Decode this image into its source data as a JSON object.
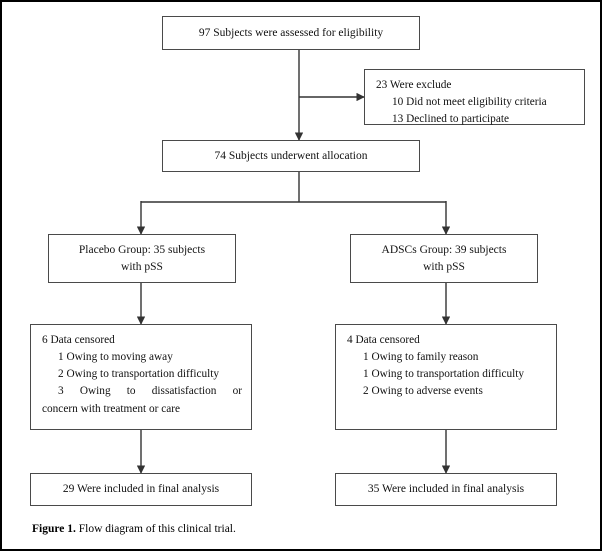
{
  "figure": {
    "caption_label": "Figure 1.",
    "caption_text": "Flow diagram of this clinical trial.",
    "border_color": "#000000",
    "box_border_color": "#4a4a4a",
    "connector_color": "#333333",
    "background": "#ffffff"
  },
  "nodes": {
    "assessed": {
      "text": "97 Subjects were assessed for eligibility"
    },
    "excluded": {
      "head": "23 Were exclude",
      "items": [
        "10 Did not meet eligibility criteria",
        "13 Declined to participate"
      ]
    },
    "allocation": {
      "text": "74 Subjects underwent allocation"
    },
    "placebo_group": {
      "line1": "Placebo Group: 35 subjects",
      "line2": "with pSS"
    },
    "adscs_group": {
      "line1": "ADSCs Group: 39 subjects",
      "line2": "with pSS"
    },
    "placebo_censored": {
      "head": "6 Data censored",
      "items": [
        "1 Owing to moving away",
        "2 Owing to transportation difficulty",
        "3 Owing to dissatisfaction or",
        "concern with treatment or care"
      ]
    },
    "adscs_censored": {
      "head": "4 Data censored",
      "items": [
        "1 Owing to family reason",
        "1 Owing to transportation difficulty",
        "2 Owing to adverse events"
      ]
    },
    "placebo_final": {
      "text": "29 Were included in final analysis"
    },
    "adscs_final": {
      "text": "35 Were included in final analysis"
    }
  },
  "chart_data": {
    "type": "diagram",
    "title": "Flow diagram of this clinical trial.",
    "diagram_kind": "CONSORT participant flow",
    "nodes": [
      {
        "id": "assessed",
        "label": "97 Subjects were assessed for eligibility",
        "count": 97
      },
      {
        "id": "excluded",
        "label": "23 Were exclude",
        "count": 23,
        "breakdown": [
          {
            "label": "Did not meet eligibility criteria",
            "count": 10
          },
          {
            "label": "Declined to participate",
            "count": 13
          }
        ]
      },
      {
        "id": "allocation",
        "label": "74 Subjects underwent allocation",
        "count": 74
      },
      {
        "id": "placebo_group",
        "label": "Placebo Group: 35 subjects with pSS",
        "count": 35
      },
      {
        "id": "adscs_group",
        "label": "ADSCs Group: 39 subjects with pSS",
        "count": 39
      },
      {
        "id": "placebo_censored",
        "label": "6 Data censored",
        "count": 6,
        "breakdown": [
          {
            "label": "Owing to moving away",
            "count": 1
          },
          {
            "label": "Owing to transportation difficulty",
            "count": 2
          },
          {
            "label": "Owing to dissatisfaction or concern with treatment or care",
            "count": 3
          }
        ]
      },
      {
        "id": "adscs_censored",
        "label": "4 Data censored",
        "count": 4,
        "breakdown": [
          {
            "label": "Owing to family reason",
            "count": 1
          },
          {
            "label": "Owing to transportation difficulty",
            "count": 1
          },
          {
            "label": "Owing to adverse events",
            "count": 2
          }
        ]
      },
      {
        "id": "placebo_final",
        "label": "29 Were included in final analysis",
        "count": 29
      },
      {
        "id": "adscs_final",
        "label": "35 Were included in final analysis",
        "count": 35
      }
    ],
    "edges": [
      {
        "from": "assessed",
        "to": "excluded",
        "arrow": true
      },
      {
        "from": "assessed",
        "to": "allocation",
        "arrow": true
      },
      {
        "from": "allocation",
        "to": "placebo_group",
        "arrow": true
      },
      {
        "from": "allocation",
        "to": "adscs_group",
        "arrow": true
      },
      {
        "from": "placebo_group",
        "to": "placebo_censored",
        "arrow": true
      },
      {
        "from": "adscs_group",
        "to": "adscs_censored",
        "arrow": true
      },
      {
        "from": "placebo_censored",
        "to": "placebo_final",
        "arrow": true
      },
      {
        "from": "adscs_censored",
        "to": "adscs_final",
        "arrow": true
      }
    ]
  }
}
